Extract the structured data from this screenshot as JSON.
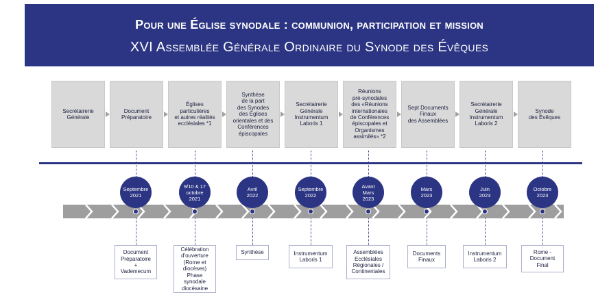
{
  "header": {
    "title": "Pour une Église synodale : communion, participation et mission",
    "subtitle": "XVI Assemblée Générale Ordinaire du Synode des Évêques"
  },
  "stages": [
    {
      "lines": [
        "Secrétairerie",
        "Générale"
      ]
    },
    {
      "lines": [
        "Document",
        "Préparatoire"
      ]
    },
    {
      "lines": [
        "Églises",
        "particulières",
        "et autres réalités",
        "ecclésiales *1"
      ]
    },
    {
      "lines": [
        "Synthèse",
        "de la part",
        "des Synodes",
        "des Églises",
        "orientales et des",
        "Conférences",
        "épiscopales"
      ]
    },
    {
      "lines": [
        "Secrétairerie",
        "Générale",
        "Instrumentum",
        "Laboris 1"
      ]
    },
    {
      "lines": [
        "Réunions",
        "pré-synodales",
        "des «Réunions",
        "internationales",
        "de Conférences",
        "épiscopales et",
        "Organismes",
        "assimilés» *2"
      ]
    },
    {
      "lines": [
        "Sept Documents",
        "Finaux",
        "des Assemblées"
      ]
    },
    {
      "lines": [
        "Secrétairerie",
        "Générale",
        "Instrumentum",
        "Laboris 2"
      ]
    },
    {
      "lines": [
        "Synode",
        "des Évêques"
      ]
    }
  ],
  "dates": [
    {
      "lines": [
        "Septembre",
        "2021"
      ]
    },
    {
      "lines": [
        "9/10 & 17",
        "octobre",
        "2021"
      ]
    },
    {
      "lines": [
        "Avril",
        "2022"
      ]
    },
    {
      "lines": [
        "Septembre",
        "2022"
      ]
    },
    {
      "lines": [
        "Avant",
        "Mars",
        "2023"
      ]
    },
    {
      "lines": [
        "Mars",
        "2023"
      ]
    },
    {
      "lines": [
        "Juin",
        "2023"
      ]
    },
    {
      "lines": [
        "Octobre",
        "2023"
      ]
    }
  ],
  "outputs": [
    {
      "lines": [
        "Document",
        "Préparatoire",
        "+",
        "Vademecum"
      ]
    },
    {
      "lines": [
        "Célébration",
        "d'ouverture",
        "(Rome et",
        "diocèses)",
        "Phase synodale",
        "diocésaine"
      ]
    },
    {
      "lines": [
        "Synthèse"
      ]
    },
    {
      "lines": [
        "Instrumentum",
        "Laboris 1"
      ]
    },
    {
      "lines": [
        "Assemblées",
        "Ecclésiales",
        "Régionales /",
        "Continentales"
      ]
    },
    {
      "lines": [
        "Documents",
        "Finaux"
      ]
    },
    {
      "lines": [
        "Instrumentum",
        "Laboris 2"
      ]
    },
    {
      "lines": [
        "Rome -",
        "Document",
        "Final"
      ]
    }
  ],
  "colors": {
    "navy": "#2c3583",
    "band": "#9e9e9e",
    "card": "#d9d9d9"
  }
}
